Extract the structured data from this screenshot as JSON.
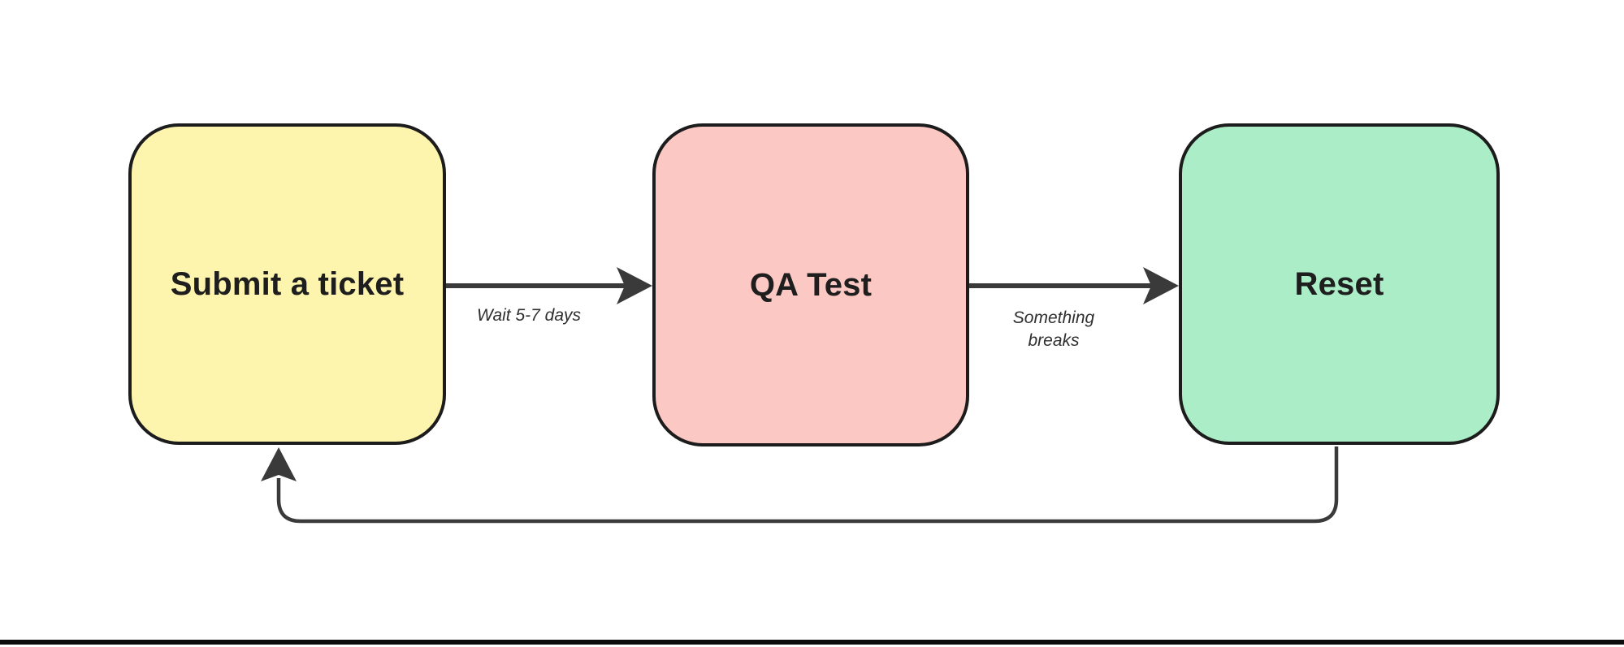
{
  "canvas": {
    "background": "#ffffff",
    "bottom_border_color": "#0c0c0c"
  },
  "diagram": {
    "edge_color": "#3a3a3a",
    "node_border_color": "#1c1c1c",
    "node_text_color": "#1e1e1e",
    "label_text_color": "#2f2f2f",
    "nodes": [
      {
        "id": "submit-ticket",
        "label": "Submit a ticket",
        "fill": "#FDF4AD"
      },
      {
        "id": "qa-test",
        "label": "QA Test",
        "fill": "#FCC8C3"
      },
      {
        "id": "reset",
        "label": "Reset",
        "fill": "#AAEDC6"
      }
    ],
    "edges": [
      {
        "from": "submit-ticket",
        "to": "qa-test",
        "label": "Wait 5-7 days"
      },
      {
        "from": "qa-test",
        "to": "reset",
        "label": "Something breaks"
      },
      {
        "from": "reset",
        "to": "submit-ticket",
        "label": ""
      }
    ]
  }
}
